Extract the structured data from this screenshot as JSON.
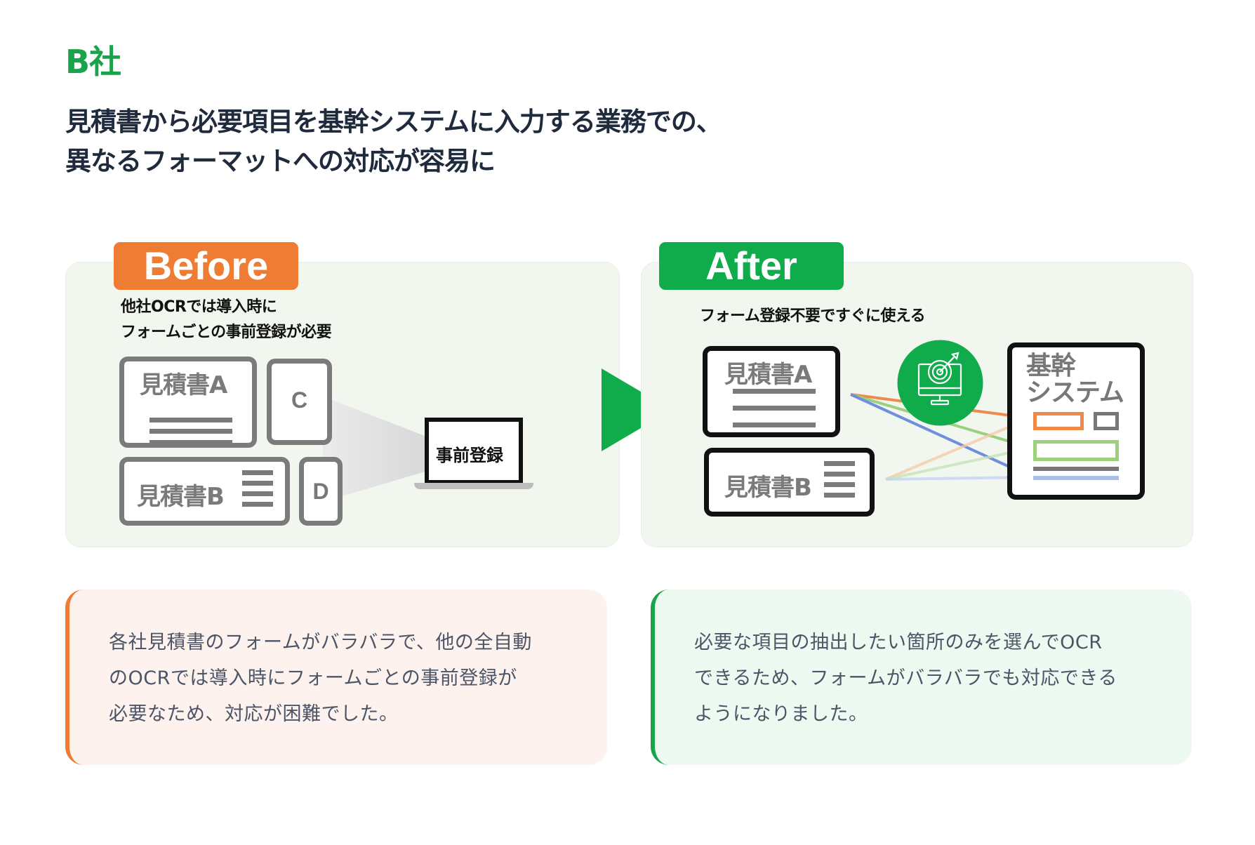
{
  "company": "B社",
  "headline": {
    "line1": "見積書から必要項目を基幹システムに入力する業務での、",
    "line2": "異なるフォーマットへの対応が容易に"
  },
  "colors": {
    "brand_green": "#1aa34a",
    "before_orange": "#ee7c32",
    "after_green": "#10ab4a",
    "arrow_orange": "#f08a4b",
    "arrow_green": "#9ccf7e",
    "arrow_blue": "#6f8fdc"
  },
  "before": {
    "tab_label": "Before",
    "caption_line1": "他社OCRでは導入時に",
    "caption_line2": "フォームごとの事前登録が必要",
    "doc_a_title": "見積書A",
    "doc_b_title": "見積書B",
    "doc_c_label": "C",
    "doc_d_label": "D",
    "laptop_label": "事前登録",
    "description": [
      "各社見積書のフォームがバラバラで、他の全自動",
      "のOCRでは導入時にフォームごとの事前登録が",
      "必要なため、対応が困難でした。"
    ]
  },
  "transition_icon": "play-arrow-icon",
  "after": {
    "tab_label": "After",
    "caption": "フォーム登録不要ですぐに使える",
    "doc_a_title": "見積書A",
    "doc_b_title": "見積書B",
    "ocr_icon": "target-monitor-icon",
    "system_title_line1": "基幹",
    "system_title_line2": "システム",
    "description": [
      "必要な項目の抽出したい箇所のみを選んでOCR",
      "できるため、フォームがバラバラでも対応できる",
      "ようになりました。"
    ]
  }
}
